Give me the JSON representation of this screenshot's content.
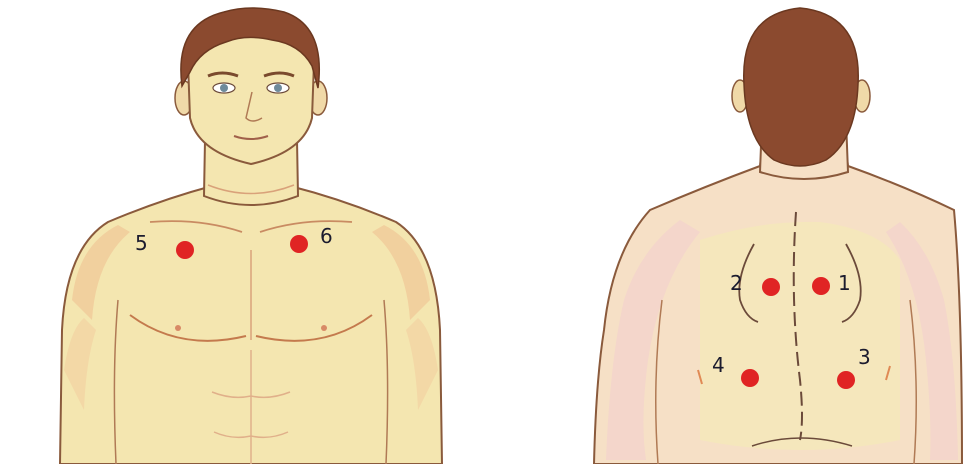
{
  "front_view": {
    "points": [
      {
        "label": "5"
      },
      {
        "label": "6"
      }
    ]
  },
  "back_view": {
    "points": [
      {
        "label": "1"
      },
      {
        "label": "2"
      },
      {
        "label": "3"
      },
      {
        "label": "4"
      }
    ]
  },
  "colors": {
    "skin": "#f4e6b0",
    "skin_shade": "#f0cfa0",
    "outline": "#8a5a3c",
    "hair": "#8b4a2f",
    "point": "#e02424",
    "label": "#1b1b2e"
  },
  "icons": {
    "front": "male-torso-front-figure",
    "back": "male-torso-back-figure",
    "marker": "red-dot-marker"
  }
}
